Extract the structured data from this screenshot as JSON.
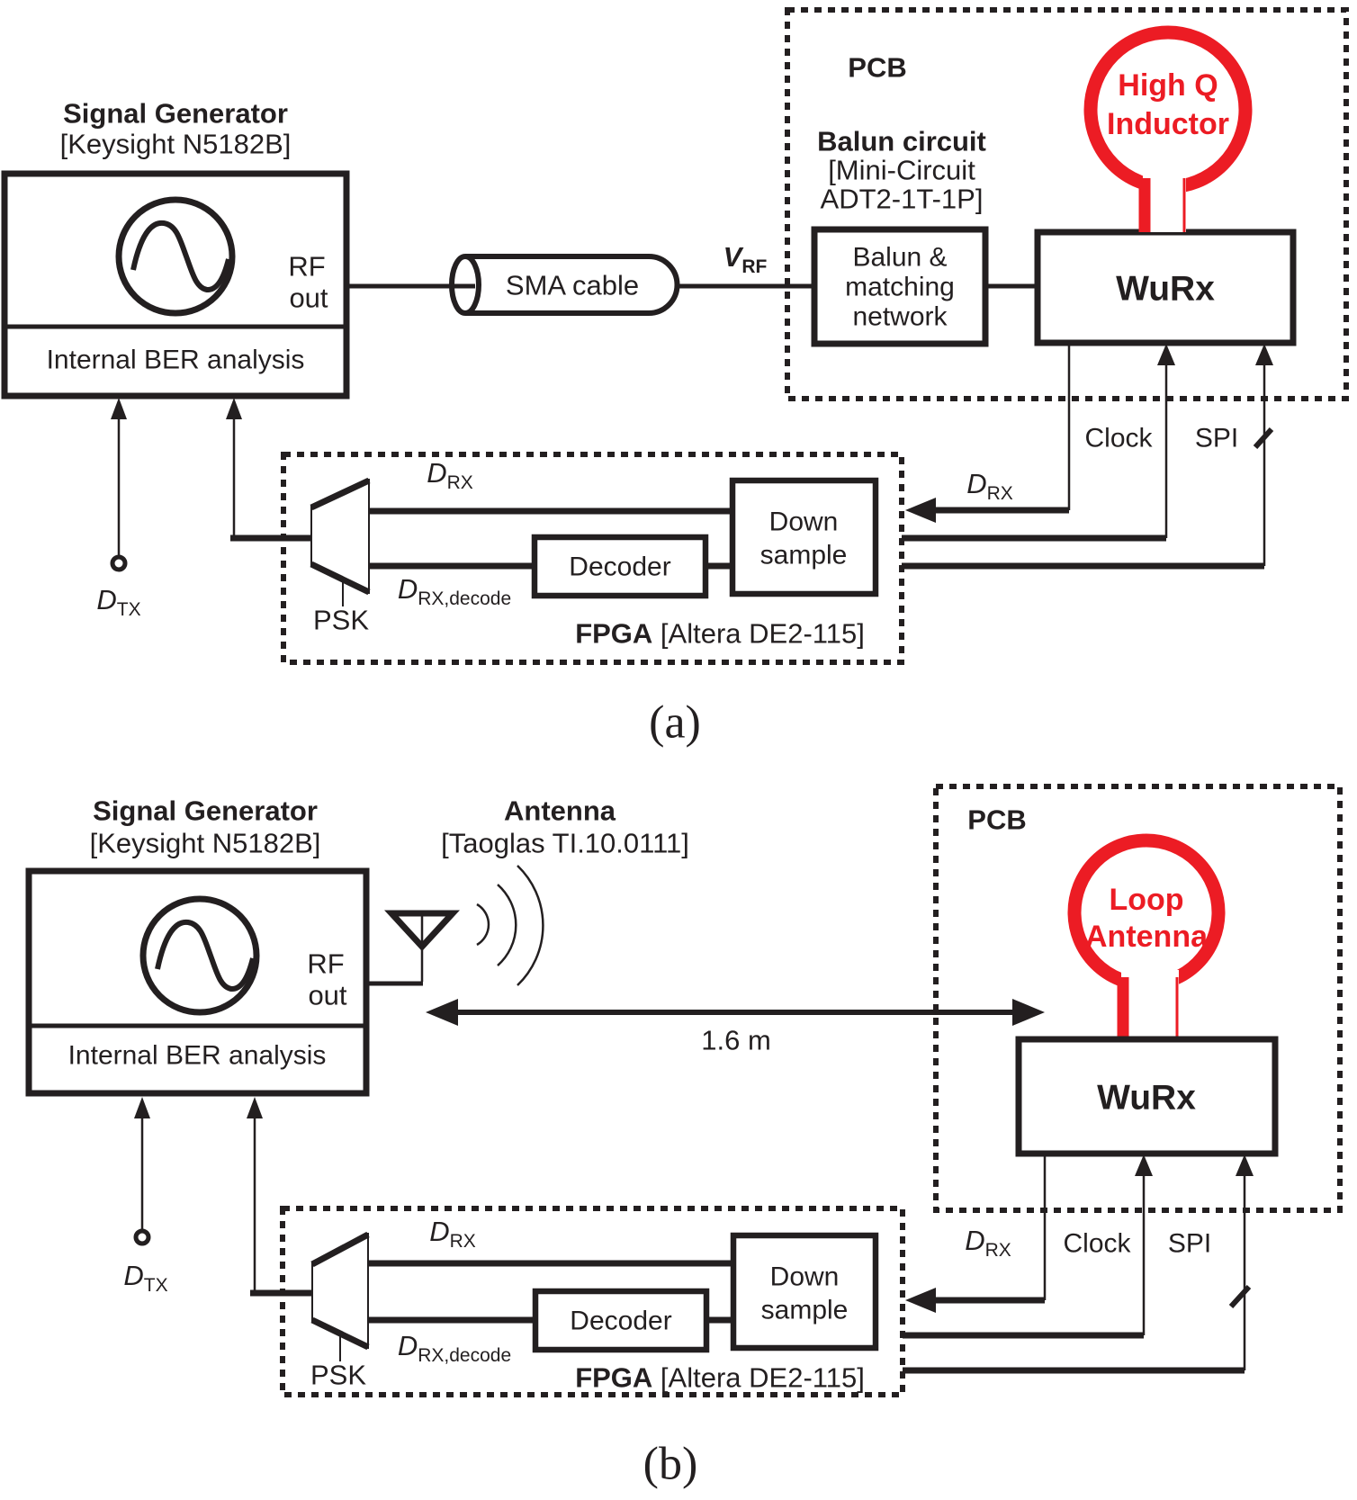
{
  "colors": {
    "ink": "#231f20",
    "red": "#ec1c24"
  },
  "fig_a": {
    "caption": "(a)",
    "generator": {
      "title": "Signal Generator",
      "model": "[Keysight N5182B]",
      "rf_line1": "RF",
      "rf_line2": "out",
      "ber": "Internal BER analysis"
    },
    "cable_label": "SMA cable",
    "v_rf": {
      "main": "V",
      "sub": "RF"
    },
    "pcb": {
      "label": "PCB",
      "balun_title": "Balun circuit",
      "balun_model1": "[Mini-Circuit",
      "balun_model2": "ADT2-1T-1P]",
      "balun_lines": [
        "Balun &",
        "matching",
        "network"
      ],
      "inductor_line1": "High Q",
      "inductor_line2": "Inductor",
      "wurx": "WuRx"
    },
    "signals": {
      "clock": "Clock",
      "spi": "SPI",
      "d_rx": {
        "main": "D",
        "sub": "RX"
      },
      "d_tx": {
        "main": "D",
        "sub": "TX"
      }
    },
    "fpga": {
      "psk": "PSK",
      "decoder": "Decoder",
      "down_line1": "Down",
      "down_line2": "sample",
      "d_rx": {
        "main": "D",
        "sub": "RX"
      },
      "d_rx_decode": {
        "main": "D",
        "sub": "RX,decode"
      },
      "name": "FPGA",
      "board": " [Altera DE2-115]"
    }
  },
  "fig_b": {
    "caption": "(b)",
    "generator": {
      "title": "Signal Generator",
      "model": "[Keysight N5182B]",
      "rf_line1": "RF",
      "rf_line2": "out",
      "ber": "Internal BER analysis"
    },
    "antenna": {
      "title": "Antenna",
      "model": "[Taoglas TI.10.0111]"
    },
    "distance": "1.6 m",
    "pcb": {
      "label": "PCB",
      "loop_line1": "Loop",
      "loop_line2": "Antenna",
      "wurx": "WuRx"
    },
    "signals": {
      "clock": "Clock",
      "spi": "SPI",
      "d_rx": {
        "main": "D",
        "sub": "RX"
      },
      "d_tx": {
        "main": "D",
        "sub": "TX"
      }
    },
    "fpga": {
      "psk": "PSK",
      "decoder": "Decoder",
      "down_line1": "Down",
      "down_line2": "sample",
      "d_rx": {
        "main": "D",
        "sub": "RX"
      },
      "d_rx_decode": {
        "main": "D",
        "sub": "RX,decode"
      },
      "name": "FPGA",
      "board": " [Altera DE2-115]"
    }
  }
}
